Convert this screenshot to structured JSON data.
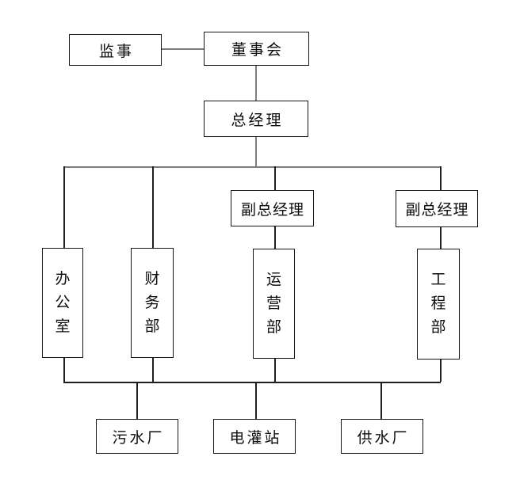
{
  "diagram": {
    "type": "org-chart",
    "background_color": "#ffffff",
    "box_border_color": "#161616",
    "connector_gray_color": "#7d7d7d",
    "connector_dark_color": "#1f1f1f",
    "nodes": {
      "supervisor": {
        "label": "监事"
      },
      "board": {
        "label": "董事会"
      },
      "general_manager": {
        "label": "总经理"
      },
      "deputy_gm_1": {
        "label": "副总经理"
      },
      "deputy_gm_2": {
        "label": "副总经理"
      },
      "office": {
        "label": "办公室",
        "orientation": "vertical"
      },
      "finance_dept": {
        "label": "财务部",
        "orientation": "vertical"
      },
      "operations_dept": {
        "label": "运营部",
        "orientation": "vertical"
      },
      "engineering_dept": {
        "label": "工程部",
        "orientation": "vertical"
      },
      "sewage_plant": {
        "label": "污水厂"
      },
      "pumping_station": {
        "label": "电灌站"
      },
      "water_supply_plant": {
        "label": "供水厂"
      }
    },
    "edges": [
      {
        "from": "supervisor",
        "to": "board",
        "style": "lateral"
      },
      {
        "from": "board",
        "to": "general_manager"
      },
      {
        "from": "general_manager",
        "to": "office"
      },
      {
        "from": "general_manager",
        "to": "finance_dept"
      },
      {
        "from": "general_manager",
        "to": "deputy_gm_1"
      },
      {
        "from": "general_manager",
        "to": "deputy_gm_2"
      },
      {
        "from": "deputy_gm_1",
        "to": "operations_dept"
      },
      {
        "from": "deputy_gm_2",
        "to": "engineering_dept"
      },
      {
        "from": "office",
        "to": "shared_bus"
      },
      {
        "from": "finance_dept",
        "to": "shared_bus"
      },
      {
        "from": "operations_dept",
        "to": "shared_bus"
      },
      {
        "from": "engineering_dept",
        "to": "shared_bus"
      },
      {
        "from": "shared_bus",
        "to": "sewage_plant"
      },
      {
        "from": "shared_bus",
        "to": "pumping_station"
      },
      {
        "from": "shared_bus",
        "to": "water_supply_plant"
      }
    ]
  }
}
